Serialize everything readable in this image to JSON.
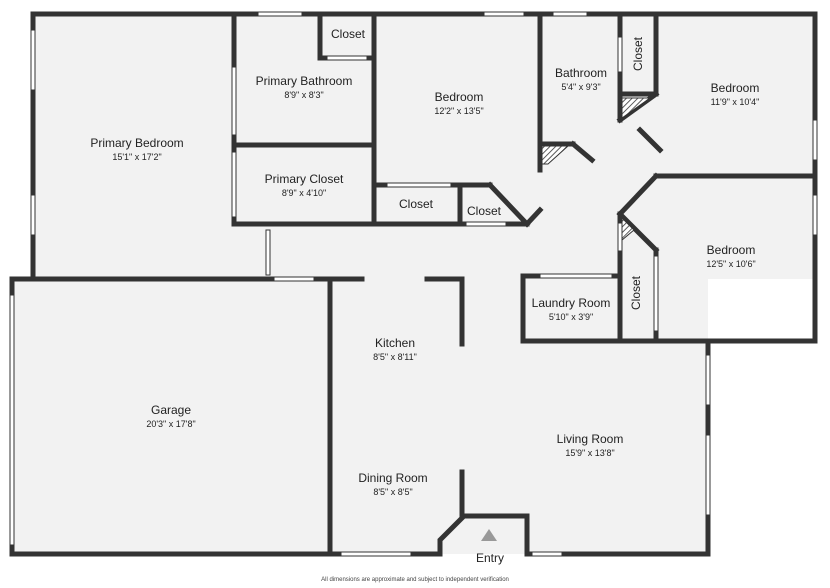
{
  "colors": {
    "wall": "#333333",
    "floor": "#f2f2f2",
    "window": "#ffffff",
    "text": "#222222",
    "entry_marker": "#999999"
  },
  "rooms": {
    "primary_bedroom": {
      "name": "Primary Bedroom",
      "dims": "15'1\" x 17'2\""
    },
    "primary_bathroom": {
      "name": "Primary Bathroom",
      "dims": "8'9\" x 8'3\""
    },
    "primary_closet": {
      "name": "Primary Closet",
      "dims": "8'9\" x 4'10\""
    },
    "bedroom_center": {
      "name": "Bedroom",
      "dims": "12'2\" x 13'5\""
    },
    "bathroom": {
      "name": "Bathroom",
      "dims": "5'4\" x 9'3\""
    },
    "bedroom_ne": {
      "name": "Bedroom",
      "dims": "11'9\" x 10'4\""
    },
    "bedroom_e": {
      "name": "Bedroom",
      "dims": "12'5\" x 10'6\""
    },
    "laundry": {
      "name": "Laundry Room",
      "dims": "5'10\" x 3'9\""
    },
    "kitchen": {
      "name": "Kitchen",
      "dims": "8'5\" x 8'11\""
    },
    "garage": {
      "name": "Garage",
      "dims": "20'3\" x 17'8\""
    },
    "living": {
      "name": "Living Room",
      "dims": "15'9\" x 13'8\""
    },
    "dining": {
      "name": "Dining Room",
      "dims": "8'5\" x 8'5\""
    }
  },
  "closets": {
    "primary_bath_closet": "Closet",
    "hall_closet": "Closet",
    "small_closet": "Closet",
    "bath_closet": "Closet",
    "bedroom_e_closet": "Closet"
  },
  "entry_label": "Entry",
  "disclaimer": "All dimensions are approximate and subject to independent verification"
}
